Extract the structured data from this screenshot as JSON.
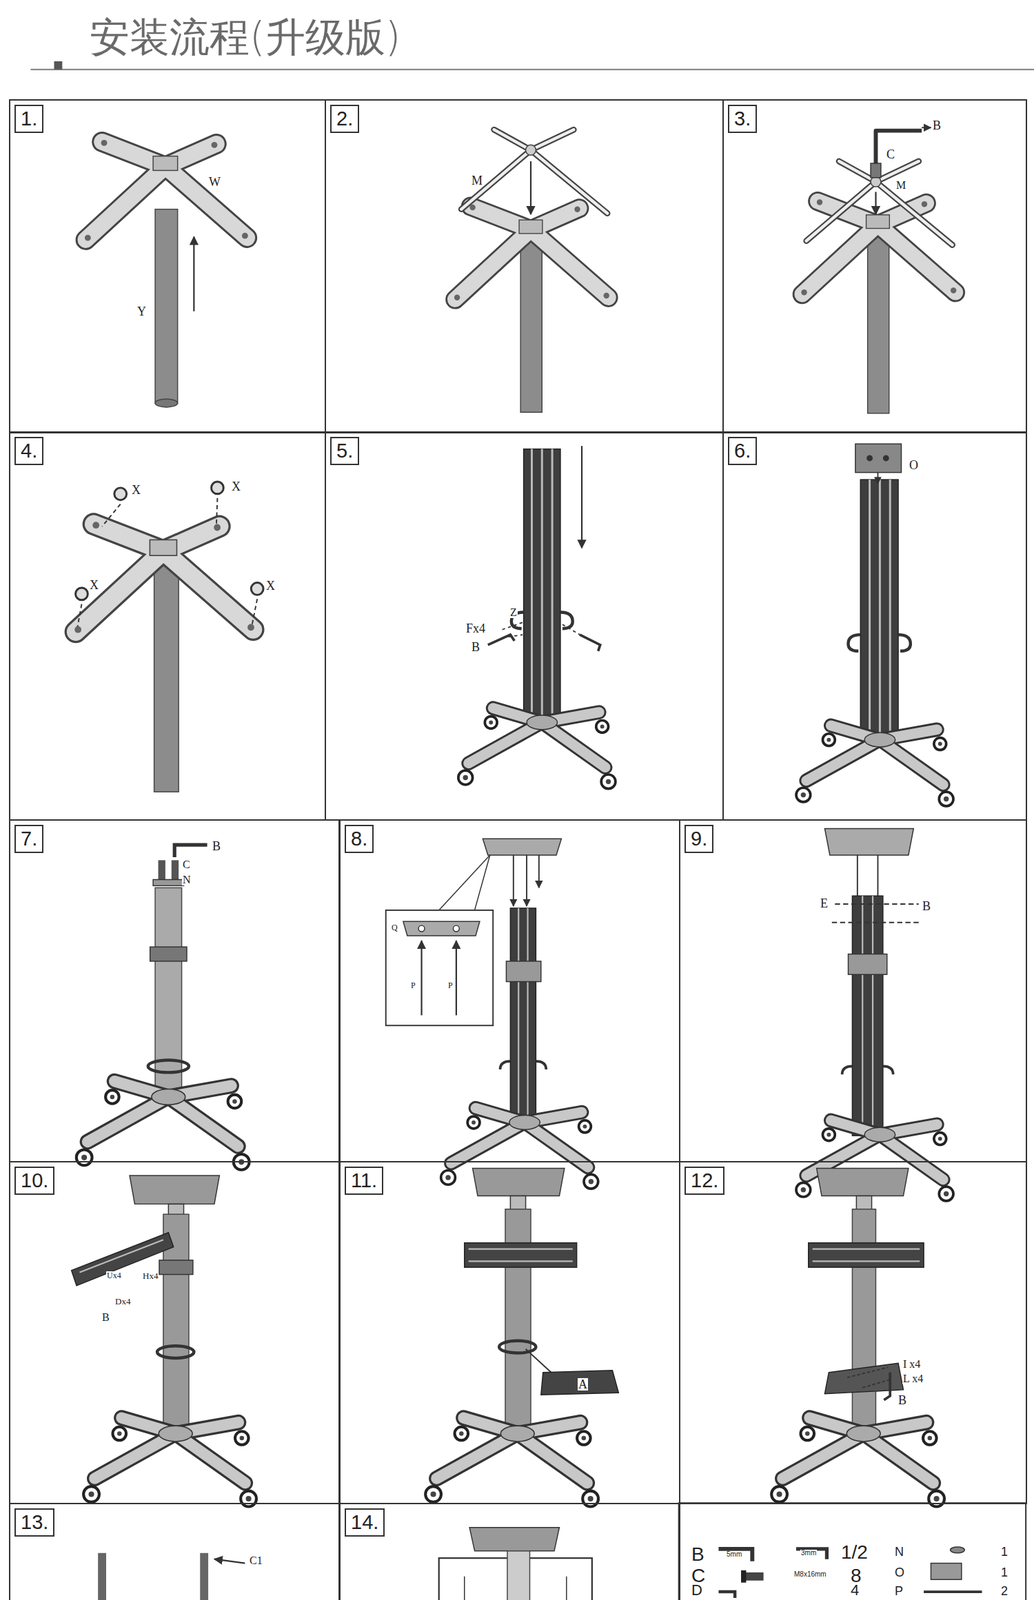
{
  "diagram": {
    "title": "安装流程(升级版)",
    "nodes": [
      {
        "text": [
          "1."
        ]
      },
      {
        "text": [
          "2."
        ]
      },
      {
        "text": [
          "3."
        ]
      },
      {
        "text": [
          "4."
        ]
      },
      {
        "text": [
          "5."
        ]
      },
      {
        "text": [
          "6."
        ]
      },
      {
        "text": [
          "7."
        ]
      },
      {
        "text": [
          "8."
        ]
      },
      {
        "text": [
          "9."
        ]
      },
      {
        "text": [
          "10."
        ]
      },
      {
        "text": [
          "11."
        ]
      },
      {
        "text": [
          "12."
        ]
      },
      {
        "text": [
          "13."
        ]
      },
      {
        "text": [
          "14."
        ]
      }
    ],
    "labels": [
      "W",
      "Y",
      "M",
      "B",
      "C",
      "M",
      "X",
      "X",
      "X",
      "X",
      "Fx4",
      "Z",
      "B",
      "O",
      "B",
      "C",
      "N",
      "Q",
      "P",
      "P",
      "E",
      "B",
      "Ux4",
      "Hx4",
      "Dx4",
      "B",
      "A",
      "I x4",
      "L x4",
      "B",
      "C1",
      "B",
      "5mm",
      "3mm",
      "1/2",
      "N",
      "1",
      "C",
      "M8x16mm",
      "8",
      "O",
      "1",
      "D",
      "4",
      "P",
      "2"
    ]
  }
}
